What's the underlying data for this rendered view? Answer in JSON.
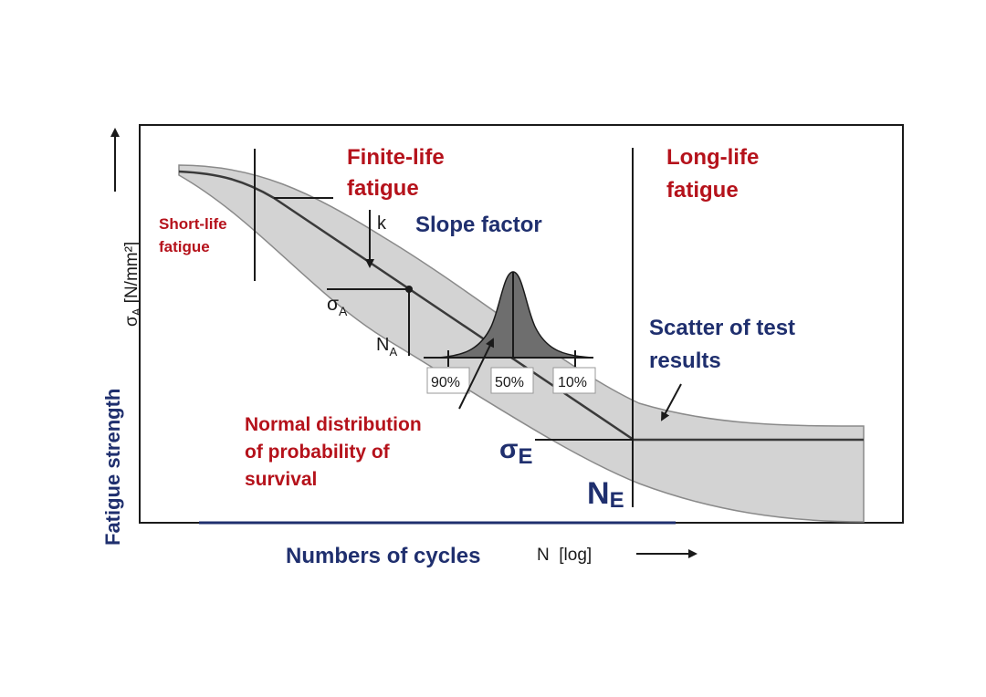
{
  "labels": {
    "y_axis_title": "Fatigue strength",
    "y_axis_symbol": "σ",
    "y_axis_symbol_sub": "A",
    "y_axis_unit": "[N/mm²]",
    "x_axis_title": "Numbers of cycles",
    "x_axis_unit": "N  [log]",
    "finite_life_1": "Finite-life",
    "finite_life_2": "fatigue",
    "long_life_1": "Long-life",
    "long_life_2": "fatigue",
    "short_life_1": "Short-life",
    "short_life_2": "fatigue",
    "slope_factor": "Slope factor",
    "k_label": "k",
    "sigma_a": "σ",
    "sigma_a_sub": "A",
    "n_a": "N",
    "n_a_sub": "A",
    "scatter_1": "Scatter of test",
    "scatter_2": "results",
    "normal_1": "Normal distribution",
    "normal_2": "of probability of",
    "normal_3": "survival",
    "sigma_e": "σ",
    "sigma_e_sub": "E",
    "n_e": "N",
    "n_e_sub": "E",
    "pct_90": "90%",
    "pct_50": "50%",
    "pct_10": "10%"
  },
  "colors": {
    "label_red": "#b5121b",
    "label_blue": "#1f2f6e",
    "scatter_band": "#d3d3d3",
    "distribution_fill": "#6e6e6e",
    "line": "#1a1a1a"
  }
}
